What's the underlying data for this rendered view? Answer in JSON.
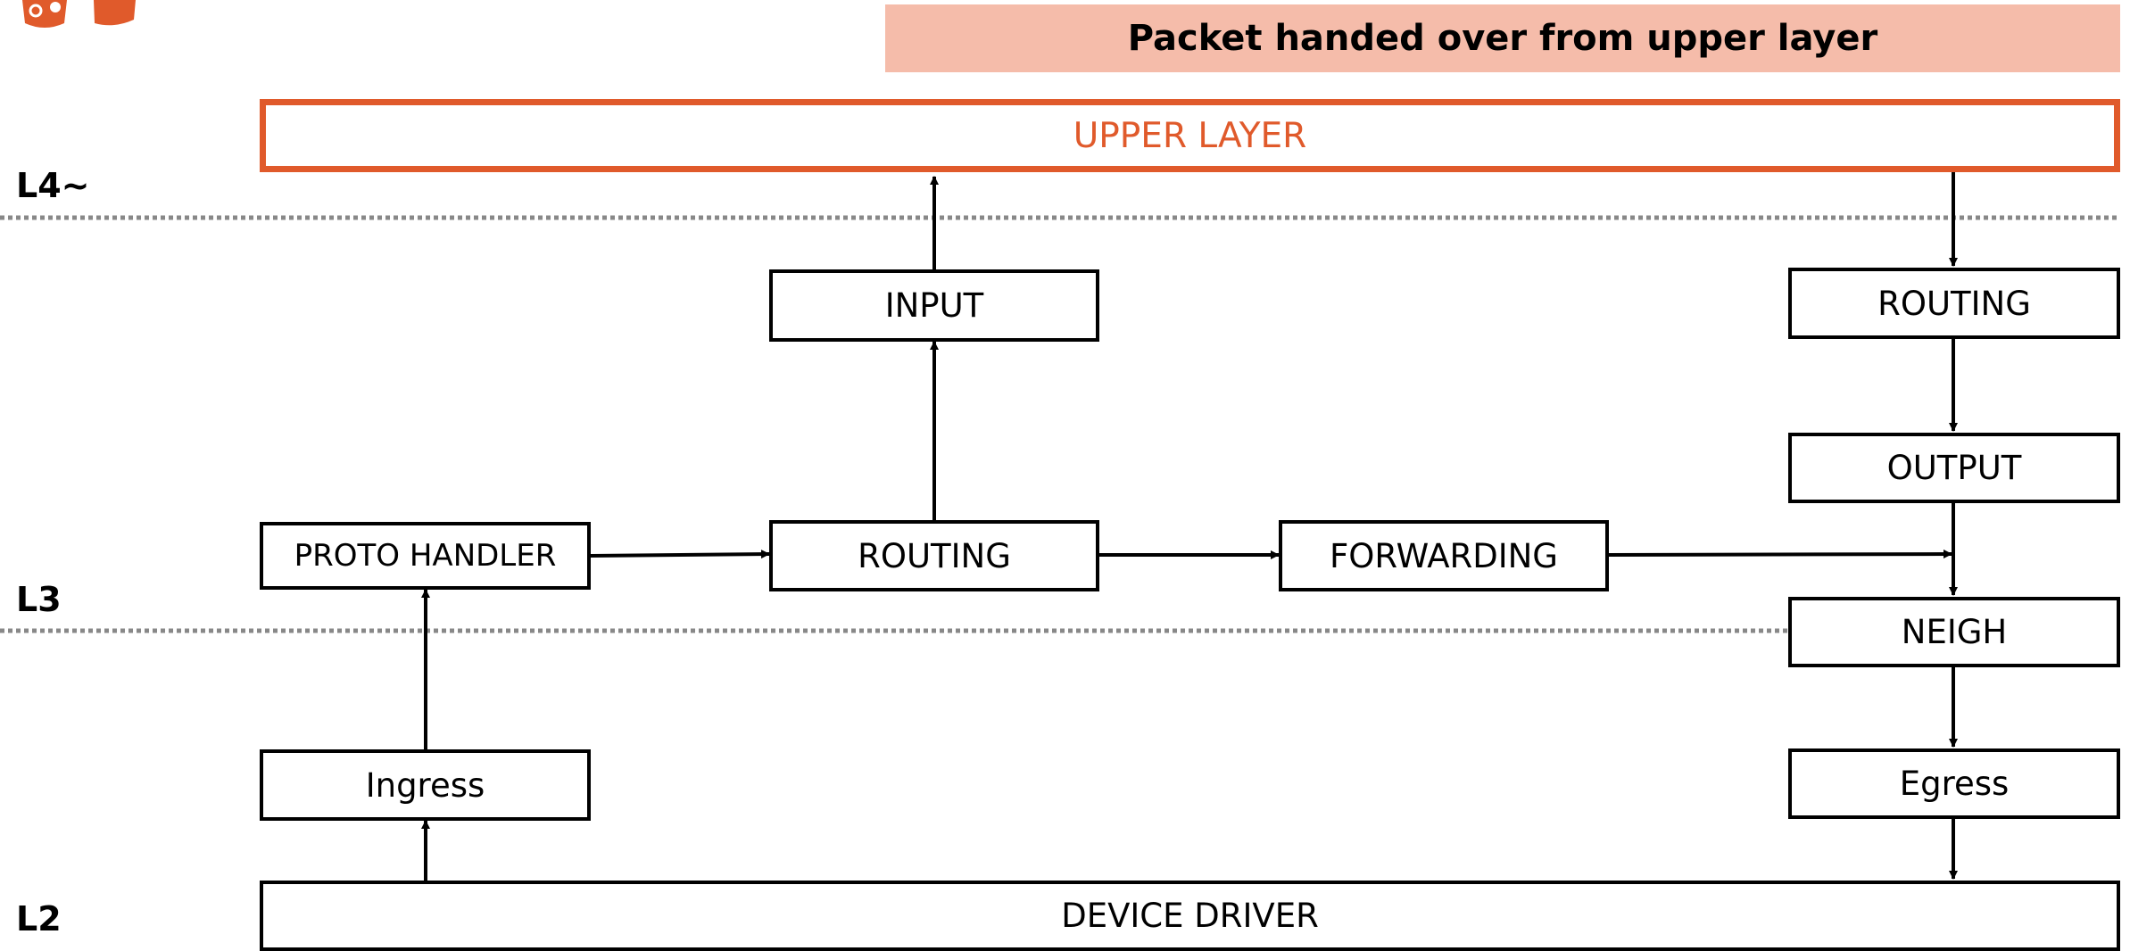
{
  "banner": {
    "text": "Packet handed over from upper layer"
  },
  "layers": {
    "l4": "L4~",
    "l3": "L3",
    "l2": "L2"
  },
  "boxes": {
    "upper_layer": "UPPER LAYER",
    "input": "INPUT",
    "routing_out": "ROUTING",
    "output": "OUTPUT",
    "proto_handler": "PROTO HANDLER",
    "routing_in": "ROUTING",
    "forwarding": "FORWARDING",
    "neigh": "NEIGH",
    "ingress": "Ingress",
    "egress": "Egress",
    "device_driver": "DEVICE DRIVER"
  },
  "colors": {
    "accent": "#e05a2b",
    "banner_bg": "#f5bcaa",
    "divider": "#888888"
  }
}
